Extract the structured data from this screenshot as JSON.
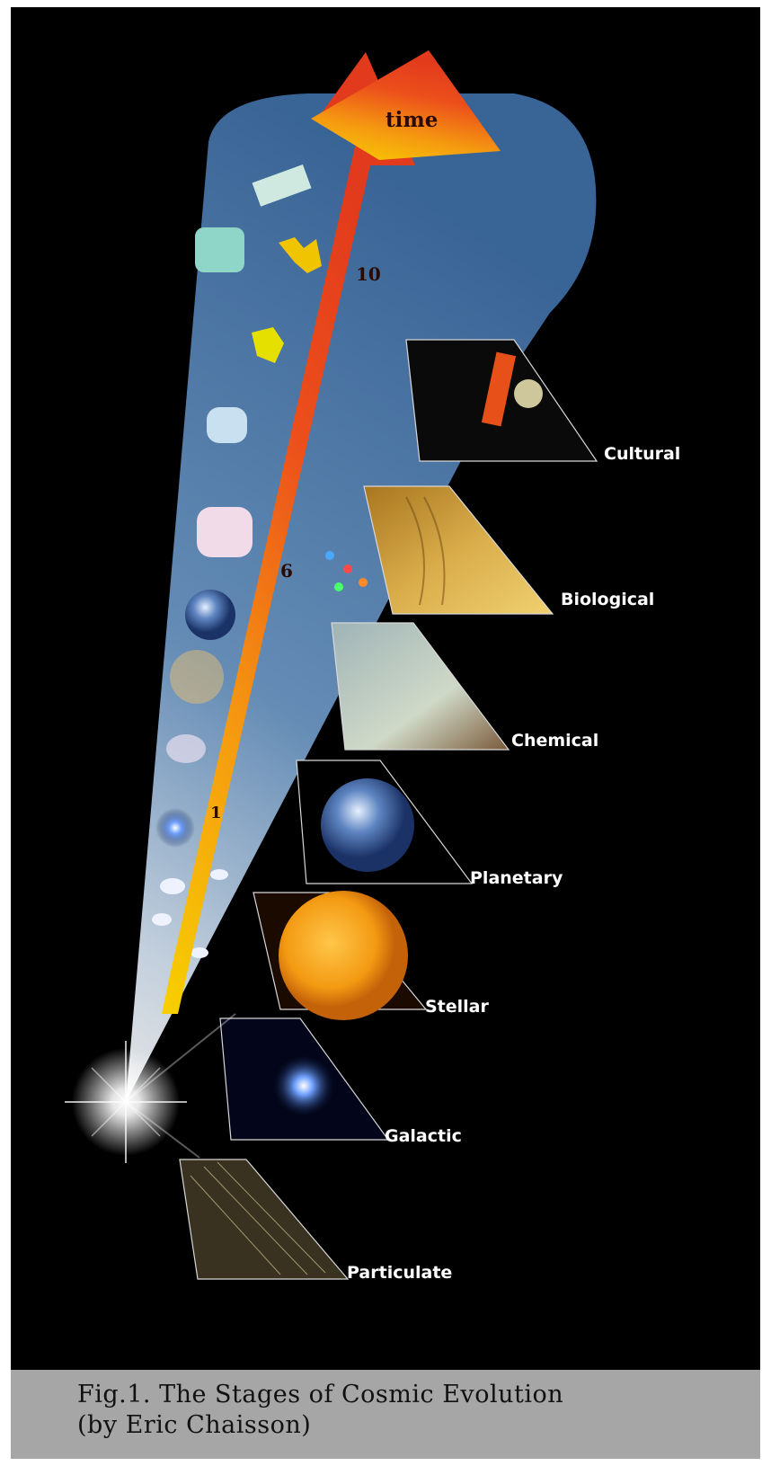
{
  "figure": {
    "arrow_label": "time",
    "arrow_marks": [
      "1",
      "6",
      "10"
    ],
    "stages": [
      {
        "id": "particulate",
        "label": "Particulate"
      },
      {
        "id": "galactic",
        "label": "Galactic"
      },
      {
        "id": "stellar",
        "label": "Stellar"
      },
      {
        "id": "planetary",
        "label": "Planetary"
      },
      {
        "id": "chemical",
        "label": "Chemical"
      },
      {
        "id": "biological",
        "label": "Biological"
      },
      {
        "id": "cultural",
        "label": "Cultural"
      }
    ]
  },
  "caption": {
    "line1": "Fig.1. The Stages of Cosmic Evolution",
    "line2": "(by Eric Chaisson)"
  },
  "colors": {
    "background": "#000000",
    "caption_band": "#a6a6a6",
    "arrow_top": "#e8341a",
    "arrow_bottom": "#f5c200",
    "cone": "#4a7fb8"
  }
}
